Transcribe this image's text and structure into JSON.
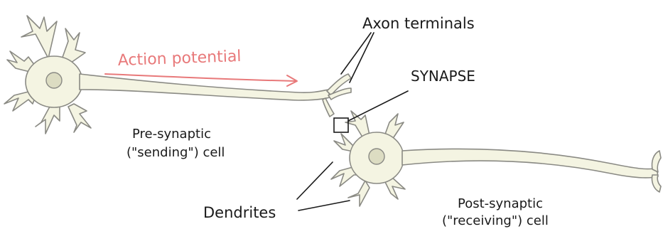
{
  "labels": {
    "action_potential": "Action potential",
    "axon_terminals": "Axon terminals",
    "synapse": "SYNAPSE",
    "presynaptic_line1": "Pre-synaptic",
    "presynaptic_line2": "(\"sending\") cell",
    "dendrites": "Dendrites",
    "postsynaptic_line1": "Post-synaptic",
    "postsynaptic_line2": "(\"receiving\") cell"
  },
  "colors": {
    "cell_fill": "#f4f4e2",
    "cell_outline": "#8a8a84",
    "nucleus_fill": "#dcdcc2",
    "line": "#1a1a1a",
    "arrow": "#e8797a"
  }
}
